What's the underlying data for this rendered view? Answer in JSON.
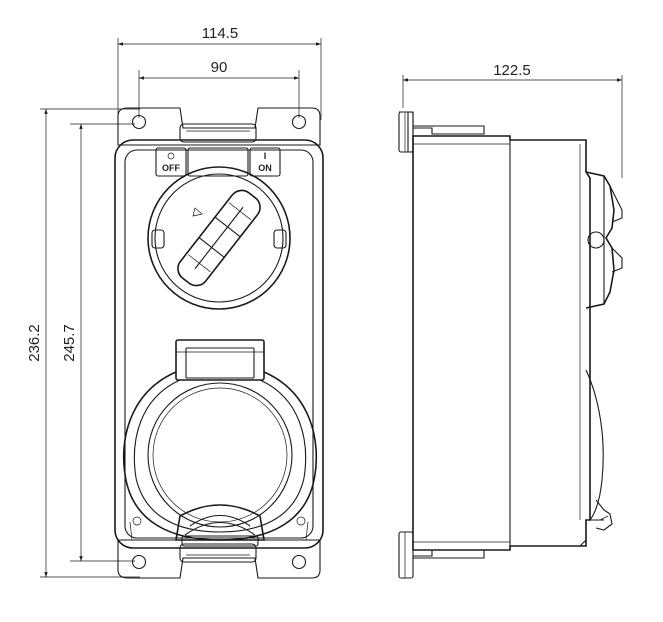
{
  "dimensions": {
    "overall_width": "114.5",
    "hole_spacing": "90",
    "side_depth": "122.5",
    "left_height_outer": "236.2",
    "left_height_inner": "245.7"
  },
  "switch_labels": {
    "off_symbol": "O",
    "off_text": "OFF",
    "on_symbol": "I",
    "on_text": "ON"
  }
}
